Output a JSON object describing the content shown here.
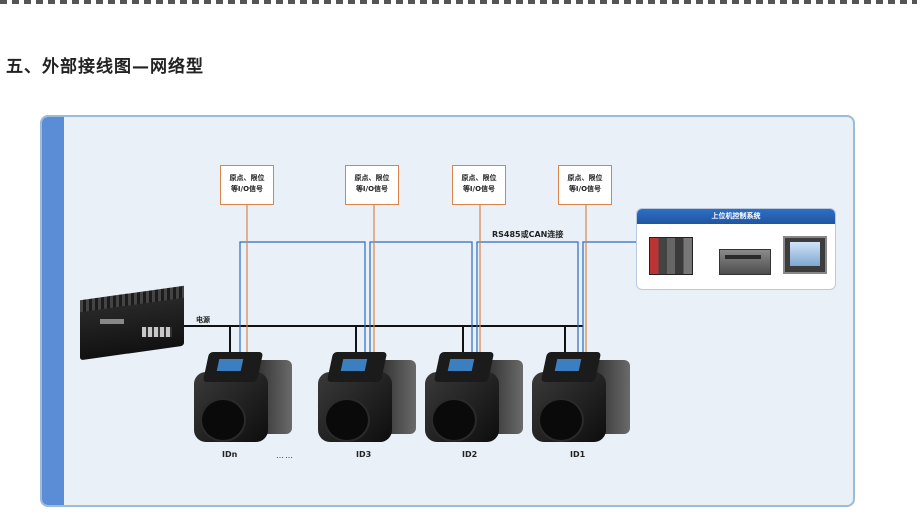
{
  "section_title": "五、外部接线图—网络型",
  "io_label": {
    "line1": "原点、限位",
    "line2": "等I/O信号"
  },
  "comm_label": "RS485或CAN连接",
  "power_label": "电源",
  "host": {
    "title": "上位机控制系统"
  },
  "motors": [
    {
      "id": "IDn"
    },
    {
      "id": "ID3"
    },
    {
      "id": "ID2"
    },
    {
      "id": "ID1"
    }
  ],
  "ellipsis": "……",
  "colors": {
    "panel_bg": "#e9f0f7",
    "panel_border": "#9bbbd9",
    "accent_strip": "#5b8dd6",
    "io_signal_wire": "#d9844a",
    "comm_wire": "#2a6bbf",
    "power_wire": "#111111"
  }
}
